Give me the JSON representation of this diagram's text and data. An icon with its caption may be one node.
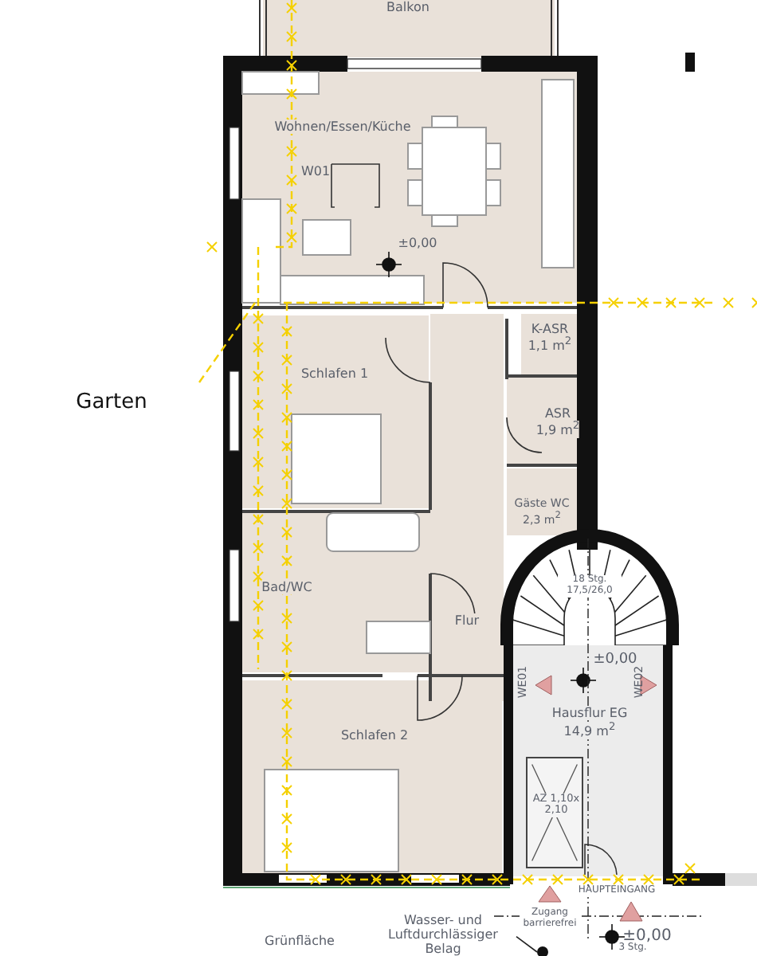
{
  "diagram": {
    "nodes": [
      {
        "text": [
          "Balkon"
        ]
      },
      {
        "text": [
          "Wohnen/Essen/Küche"
        ]
      },
      {
        "text": [
          "Schlafen 1"
        ]
      },
      {
        "text": [
          "K-ASR",
          "1,1 m$^{2}$"
        ]
      },
      {
        "text": [
          "ASR",
          "1,9 m$^{2}$"
        ]
      },
      {
        "text": [
          "Gäste WC",
          "2,3 m$^{2}$"
        ]
      },
      {
        "text": [
          "Bad/WC"
        ]
      },
      {
        "text": [
          "Flur"
        ]
      },
      {
        "text": [
          "18 Stg. 17,5/26,0"
        ]
      },
      {
        "text": [
          "±0,00",
          "Hausflur EG",
          "14,9 m$^{2}$"
        ]
      },
      {
        "text": [
          "AZ 1,10x 2,10"
        ],
        "in": 9
      },
      {
        "text": [
          "Schlafen 2"
        ]
      },
      {
        "text": [
          "Wasser- und Luftdurchlässiger Belag"
        ]
      },
      {
        "text": [],
        "shape": "circle"
      }
    ],
    "edges": [
      {
        "from": 12,
        "to": 13,
        "arrow": "none"
      }
    ],
    "labels": [
      "W01",
      "±0,00",
      "Garten",
      "WE01",
      "WE02",
      "Zugang barrierefrei",
      "HAUPTEINGANG",
      "Grünfläche",
      "±0,00",
      "3 Stg."
    ]
  }
}
